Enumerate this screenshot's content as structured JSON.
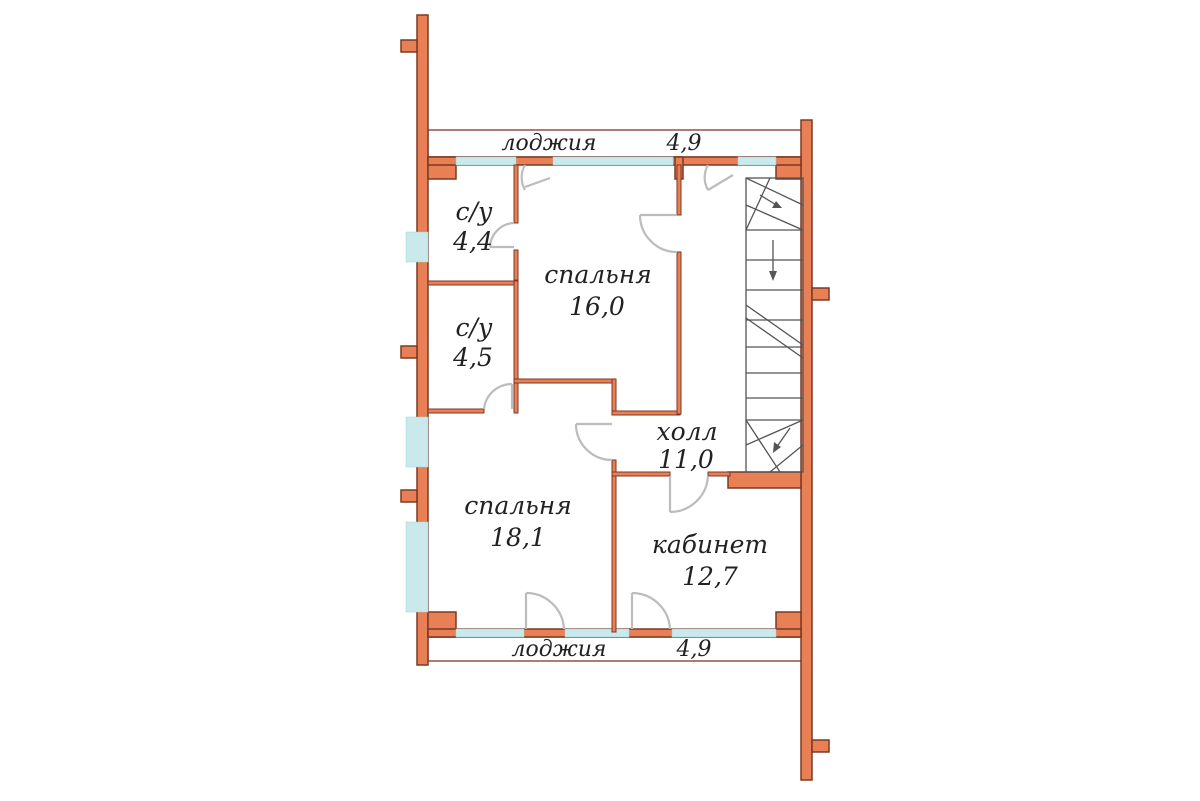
{
  "colors": {
    "wall": "#e87f55",
    "wall_stroke": "#7a3a25",
    "window": "#c9e9ec",
    "door": "#bcbcbc",
    "stair": "#555555",
    "background": "#ffffff"
  },
  "loggia_top": {
    "name": "лоджия",
    "area": "4,9"
  },
  "loggia_bottom": {
    "name": "лоджия",
    "area": "4,9"
  },
  "rooms": {
    "bath_1": {
      "name": "с/у",
      "area": "4,4"
    },
    "bath_2": {
      "name": "с/у",
      "area": "4,5"
    },
    "bedroom_1": {
      "name": "спальня",
      "area": "16,0"
    },
    "bedroom_2": {
      "name": "спальня",
      "area": "18,1"
    },
    "hall": {
      "name": "холл",
      "area": "11,0"
    },
    "office": {
      "name": "кабинет",
      "area": "12,7"
    }
  }
}
